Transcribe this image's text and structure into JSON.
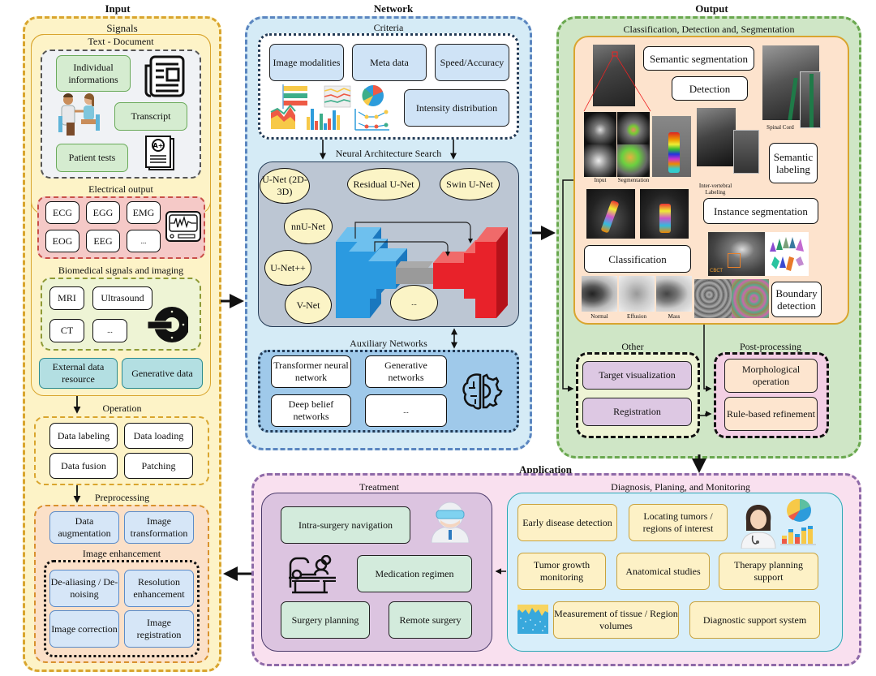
{
  "input": {
    "title": "Input",
    "signals": {
      "title": "Signals",
      "text_document": {
        "title": "Text - Document",
        "items": [
          "Individual informations",
          "Transcript",
          "Patient tests"
        ],
        "icons": [
          "newspaper-icon",
          "doctor-patient-icon",
          "grade-document-icon"
        ]
      },
      "electrical_output": {
        "title": "Electrical output",
        "items": [
          "ECG",
          "EGG",
          "EMG",
          "EOG",
          "EEG",
          "..."
        ],
        "icon": "monitor-waveform-icon"
      },
      "biomedical": {
        "title": "Biomedical signals and imaging",
        "items": [
          "MRI",
          "Ultrasound",
          "CT",
          "..."
        ],
        "icon": "ct-scanner-icon"
      },
      "external": "External data resource",
      "generative": "Generative data"
    },
    "operation": {
      "title": "Operation",
      "items": [
        "Data labeling",
        "Data loading",
        "Data fusion",
        "Patching"
      ]
    },
    "preprocessing": {
      "title": "Preprocessing",
      "items": [
        "Data augmentation",
        "Image transformation"
      ],
      "enhancement": {
        "title": "Image enhancement",
        "items": [
          "De-aliasing / De-noising",
          "Resolution enhancement",
          "Image correction",
          "Image registration"
        ]
      }
    }
  },
  "network": {
    "title": "Network",
    "criteria": {
      "title": "Criteria",
      "items": [
        "Image modalities",
        "Meta data",
        "Speed/Accuracy",
        "Intensity distribution"
      ],
      "icon": "charts-collage-icon"
    },
    "nas": {
      "title": "Neural Architecture Search",
      "models": [
        "U-Net (2D-3D)",
        "Residual U-Net",
        "Swin U-Net",
        "nnU-Net",
        "U-Net++",
        "V-Net",
        "..."
      ],
      "icon": "unet-architecture-icon"
    },
    "auxiliary": {
      "title": "Auxiliary Networks",
      "items": [
        "Transformer neural network",
        "Generative networks",
        "Deep belief networks",
        "..."
      ],
      "icon": "brain-gear-icon"
    }
  },
  "output": {
    "title": "Output",
    "cds": {
      "title": "Classification, Detection and, Segmentation",
      "items": [
        "Semantic segmentation",
        "Detection",
        "Semantic labeling",
        "Instance segmentation",
        "Classification",
        "Boundary detection"
      ],
      "captions": {
        "input": "Input",
        "segmentation": "Segmentation",
        "spinal_cord": "Spinal Cord",
        "intervertebral": "Inter-vertebral Labeling",
        "cbct": "CBCT",
        "normal": "Normal",
        "effusion": "Effusion",
        "mass": "Mass"
      }
    },
    "other": {
      "title": "Other",
      "items": [
        "Target visualization",
        "Registration"
      ]
    },
    "post": {
      "title": "Post-processing",
      "items": [
        "Morphological operation",
        "Rule-based refinement"
      ]
    }
  },
  "application": {
    "title": "Application",
    "treatment": {
      "title": "Treatment",
      "items": [
        "Intra-surgery navigation",
        "Medication regimen",
        "Surgery planning",
        "Remote surgery"
      ],
      "icons": [
        "surgeon-icon",
        "operating-table-icon"
      ]
    },
    "diagnosis": {
      "title": "Diagnosis, Planing, and Monitoring",
      "items": [
        "Early disease detection",
        "Locating tumors / regions of interest",
        "Tumor growth monitoring",
        "Anatomical studies",
        "Therapy planning support",
        "Measurement of tissue / Region volumes",
        "Diagnostic support system"
      ],
      "icons": [
        "doctor-icon",
        "pie-bar-chart-icon",
        "volume-chart-icon"
      ]
    }
  },
  "colors": {
    "input_bg": "#fdf3c7",
    "input_border": "#d9a52e",
    "network_bg": "#d5ebf6",
    "network_border": "#5b86c0",
    "output_bg": "#cfe6c6",
    "output_border": "#6aa84f",
    "application_bg": "#f9e0ef",
    "application_border": "#8e6aa8"
  }
}
